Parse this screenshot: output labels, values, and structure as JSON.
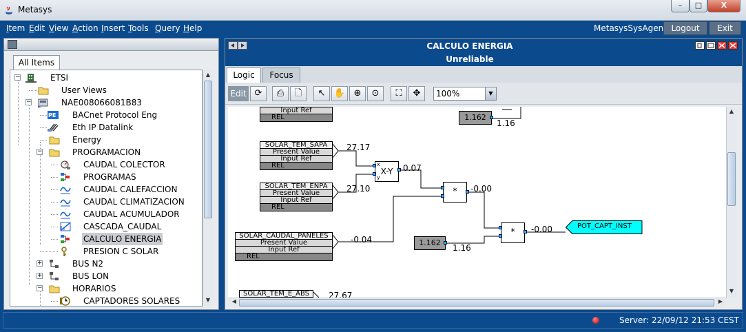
{
  "window": {
    "title": "Metasys",
    "minimize": "–",
    "maximize": "□",
    "close": "X"
  },
  "menu": {
    "items": [
      {
        "first": "I",
        "rest": "tem"
      },
      {
        "first": "E",
        "rest": "dit"
      },
      {
        "first": "V",
        "rest": "iew"
      },
      {
        "first": "A",
        "rest": "ction"
      },
      {
        "first": "I",
        "rest": "nsert"
      },
      {
        "first": "T",
        "rest": "ools"
      },
      {
        "first": "Q",
        "rest": "uery"
      },
      {
        "first": "H",
        "rest": "elp"
      }
    ],
    "agent": "MetasysSysAgent",
    "logout": "Logout",
    "exit": "Exit"
  },
  "left_panel": {
    "tab": "All Items",
    "tree": [
      {
        "label": "ETSI",
        "icon": "building-icon",
        "expander": "−"
      },
      {
        "label": "User Views",
        "icon": "folder-icon"
      },
      {
        "label": "NAE008066081B83",
        "icon": "controller-icon",
        "expander": "−"
      },
      {
        "label": "BACnet Protocol Eng",
        "icon": "bacnet-icon"
      },
      {
        "label": "Eth IP Datalink",
        "icon": "network-icon"
      },
      {
        "label": "Energy",
        "icon": "folder-icon"
      },
      {
        "label": "PROGRAMACION",
        "icon": "folder-icon",
        "expander": "−"
      },
      {
        "label": "CAUDAL COLECTOR",
        "icon": "meter-icon"
      },
      {
        "label": "PROGRAMAS",
        "icon": "program-icon"
      },
      {
        "label": "CAUDAL CALEFACCION",
        "icon": "trend-icon"
      },
      {
        "label": "CAUDAL CLIMATIZACION",
        "icon": "trend-icon"
      },
      {
        "label": "CAUDAL ACUMULADOR",
        "icon": "trend-icon"
      },
      {
        "label": "CASCADA_CAUDAL",
        "icon": "cascade-icon"
      },
      {
        "label": "CALCULO ENERGIA",
        "icon": "program-icon",
        "selected": true
      },
      {
        "label": "PRESION C SOLAR",
        "icon": "key-icon"
      },
      {
        "label": "BUS N2",
        "icon": "bus-icon",
        "expander": "+"
      },
      {
        "label": "BUS LON",
        "icon": "bus-icon",
        "expander": "+"
      },
      {
        "label": "HORARIOS",
        "icon": "folder-icon",
        "expander": "−"
      },
      {
        "label": "CAPTADORES SOLARES",
        "icon": "schedule-icon"
      }
    ]
  },
  "right_panel": {
    "title": "CALCULO ENERGIA",
    "status": "Unreliable",
    "tabs": [
      "Logic",
      "Focus"
    ],
    "toolbar": {
      "edit": "Edit",
      "zoom": "100%"
    },
    "logic": {
      "blocks": [
        {
          "name": "",
          "present": "",
          "input": "Input Ref",
          "rel": "REL"
        },
        {
          "name": "SOLAR_TEM_SAPA",
          "present": "Present Value",
          "input": "Input Ref",
          "rel": "REL",
          "value": "27.17"
        },
        {
          "name": "SOLAR_TEM_ENPA",
          "present": "Present Value",
          "input": "Input Ref",
          "rel": "REL",
          "value": "27.10"
        },
        {
          "name": "SOLAR_CAUDAL_PANELES",
          "present": "Present Value",
          "input": "Input Ref",
          "rel": "REL",
          "value": "-0.04"
        },
        {
          "name": "SOLAR_TEM_E_ABS",
          "value": "27.67"
        }
      ],
      "ops": {
        "subtract": {
          "symbol": "X-Y",
          "x": "x",
          "y": "y",
          "out": "0.07"
        },
        "mult1": {
          "symbol": "*",
          "out": "-0.00"
        },
        "mult2": {
          "symbol": "*",
          "out": "-0.00"
        }
      },
      "constants": [
        {
          "value": "1.162",
          "out": "1.16"
        },
        {
          "value": "1.162",
          "out": "1.16"
        }
      ],
      "output": "POT_CAPT_INST"
    }
  },
  "statusbar": {
    "server": "Server: 22/09/12 21:53 CEST"
  },
  "colors": {
    "accent": "#0b4a8c",
    "port": "#19c6c6",
    "output_tag": "#00ffff"
  }
}
